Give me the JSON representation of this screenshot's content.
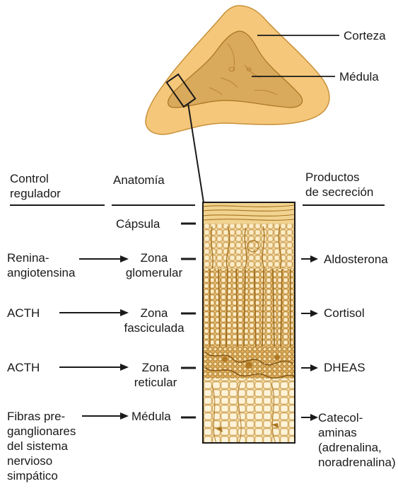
{
  "gland": {
    "cortex_label": "Corteza",
    "medulla_label": "Médula"
  },
  "headers": {
    "control": "Control\nregulador",
    "anatomy": "Anatomía",
    "products": "Productos\nde secreción"
  },
  "rows": [
    {
      "control": "",
      "anatomy": "Cápsula",
      "product": ""
    },
    {
      "control": "Renina-\nangiotensina",
      "anatomy": "Zona\nglomerular",
      "product": "Aldosterona"
    },
    {
      "control": "ACTH",
      "anatomy": "Zona\nfasciculada",
      "product": "Cortisol"
    },
    {
      "control": "ACTH",
      "anatomy": "Zona\nreticular",
      "product": "DHEAS"
    },
    {
      "control": "Fibras pre-\nganglionares\ndel sistema\nnervioso\nsimpático",
      "anatomy": "Médula",
      "product": "Catecol-\naminas\n(adrenalina,\nnoradrenalina)"
    }
  ],
  "colors": {
    "cortex_fill": "#f4c77a",
    "cortex_edge": "#c8913a",
    "medulla_fill": "#d9a95c",
    "tissue_bg": "#f2d7a0",
    "tissue_cell": "#e8bf72",
    "tissue_line": "#a8741f"
  }
}
